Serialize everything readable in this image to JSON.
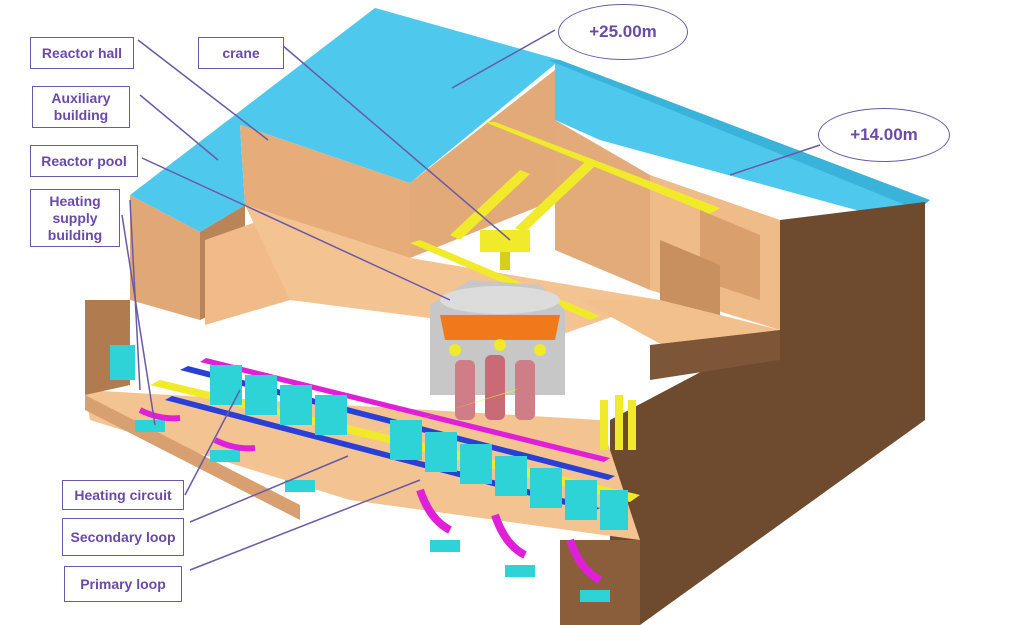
{
  "labels": {
    "reactor_hall": "Reactor hall",
    "crane": "crane",
    "auxiliary_building": "Auxiliary building",
    "reactor_pool": "Reactor pool",
    "heating_supply_building": "Heating supply building",
    "heating_circuit": "Heating circuit",
    "secondary_loop": "Secondary loop",
    "primary_loop": "Primary loop"
  },
  "elevations": {
    "top": "+25.00m",
    "mid": "+14.00m"
  },
  "colors": {
    "roof": "#4fc8ee",
    "wall": "#e9b27f",
    "wall_dark": "#6e4a2e",
    "floor": "#f2c08d",
    "crane": "#f0ea2a",
    "pipe_cyan": "#2ed3d8",
    "pipe_blue": "#2a3fd6",
    "pipe_magenta": "#e020d8",
    "vessel": "#cf7d86",
    "label_text": "#6a4aa8",
    "label_border": "#6a5aa6"
  }
}
